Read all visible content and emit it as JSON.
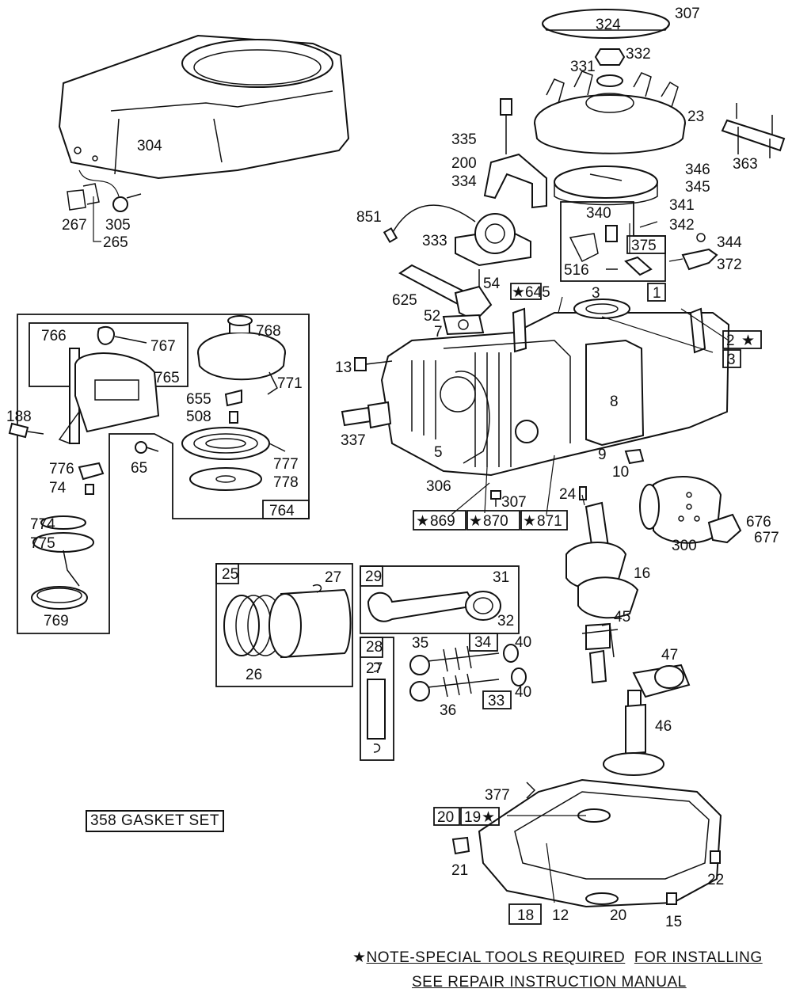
{
  "labels": {
    "l304": "304",
    "l267": "267",
    "l265": "265",
    "l305": "305",
    "l324": "324",
    "l307a": "307",
    "l332": "332",
    "l331": "331",
    "l23": "23",
    "l363": "363",
    "l335": "335",
    "l200": "200",
    "l334": "334",
    "l346": "346",
    "l345": "345",
    "l851": "851",
    "l333": "333",
    "l340": "340",
    "l341": "341",
    "l342": "342",
    "l375": "375",
    "l344": "344",
    "l516": "516",
    "l372": "372",
    "l54": "54",
    "l625": "625",
    "l645": "645",
    "l3a": "3",
    "l1": "1",
    "l52": "52",
    "l7": "7",
    "l2": "2",
    "l3b": "3",
    "l766": "766",
    "l767": "767",
    "l768": "768",
    "l765": "765",
    "l771": "771",
    "l13": "13",
    "l188": "188",
    "l655": "655",
    "l508": "508",
    "l8": "8",
    "l337": "337",
    "l5": "5",
    "l9": "9",
    "l10": "10",
    "l776": "776",
    "l74": "74",
    "l65": "65",
    "l777": "777",
    "l778": "778",
    "l306": "306",
    "l307b": "307",
    "l24": "24",
    "l764": "764",
    "l869": "869",
    "l870": "870",
    "l871": "871",
    "l676": "676",
    "l677": "677",
    "l300": "300",
    "l774": "774",
    "l775": "775",
    "l16": "16",
    "l25": "25",
    "l27a": "27",
    "l29": "29",
    "l31": "31",
    "l32": "32",
    "l45": "45",
    "l769": "769",
    "l26": "26",
    "l28": "28",
    "l35": "35",
    "l34": "34",
    "l40a": "40",
    "l27b": "27",
    "l33": "33",
    "l40b": "40",
    "l36": "36",
    "l47": "47",
    "l46": "46",
    "l377": "377",
    "l20a": "20",
    "l19": "19",
    "l21": "21",
    "l22": "22",
    "l18": "18",
    "l12": "12",
    "l20b": "20",
    "l15": "15"
  },
  "gasket_set": "358 GASKET SET",
  "note": {
    "star": "★",
    "part1": "NOTE-SPECIAL TOOLS REQUIRED",
    "part2": "FOR INSTALLING",
    "line2": "SEE REPAIR INSTRUCTION MANUAL"
  },
  "star_symbol": "★"
}
